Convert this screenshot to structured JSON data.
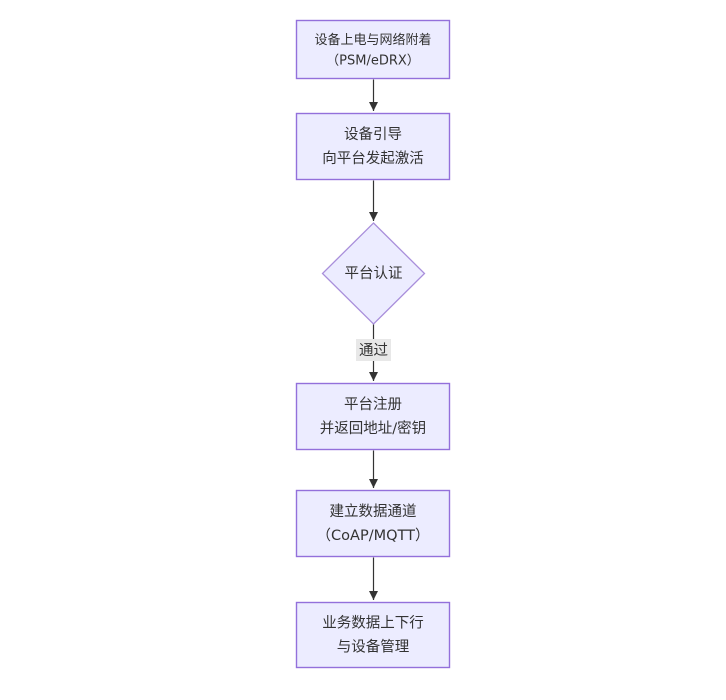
{
  "diagram": {
    "type": "flowchart",
    "direction": "top-down",
    "background_color": "#ffffff",
    "colors": {
      "node_fill": "#ECECFF",
      "node_border": "#9370DB",
      "edge_line": "#333333",
      "text": "#333333",
      "edge_label_bg": "#e8e8e8"
    },
    "nodes": [
      {
        "id": "power-attach",
        "shape": "rect",
        "lines": [
          "设备上电与网络附着",
          "（PSM/eDRX）"
        ]
      },
      {
        "id": "bootstrap",
        "shape": "rect",
        "lines": [
          "设备引导",
          "向平台发起激活"
        ]
      },
      {
        "id": "auth",
        "shape": "diamond",
        "lines": [
          "平台认证"
        ]
      },
      {
        "id": "register",
        "shape": "rect",
        "lines": [
          "平台注册",
          "并返回地址/密钥"
        ]
      },
      {
        "id": "channel",
        "shape": "rect",
        "lines": [
          "建立数据通道",
          "（CoAP/MQTT）"
        ]
      },
      {
        "id": "business",
        "shape": "rect",
        "lines": [
          "业务数据上下行",
          "与设备管理"
        ]
      }
    ],
    "edges": [
      {
        "from": "power-attach",
        "to": "bootstrap",
        "label": ""
      },
      {
        "from": "bootstrap",
        "to": "auth",
        "label": ""
      },
      {
        "from": "auth",
        "to": "register",
        "label": "通过"
      },
      {
        "from": "register",
        "to": "channel",
        "label": ""
      },
      {
        "from": "channel",
        "to": "business",
        "label": ""
      }
    ]
  }
}
